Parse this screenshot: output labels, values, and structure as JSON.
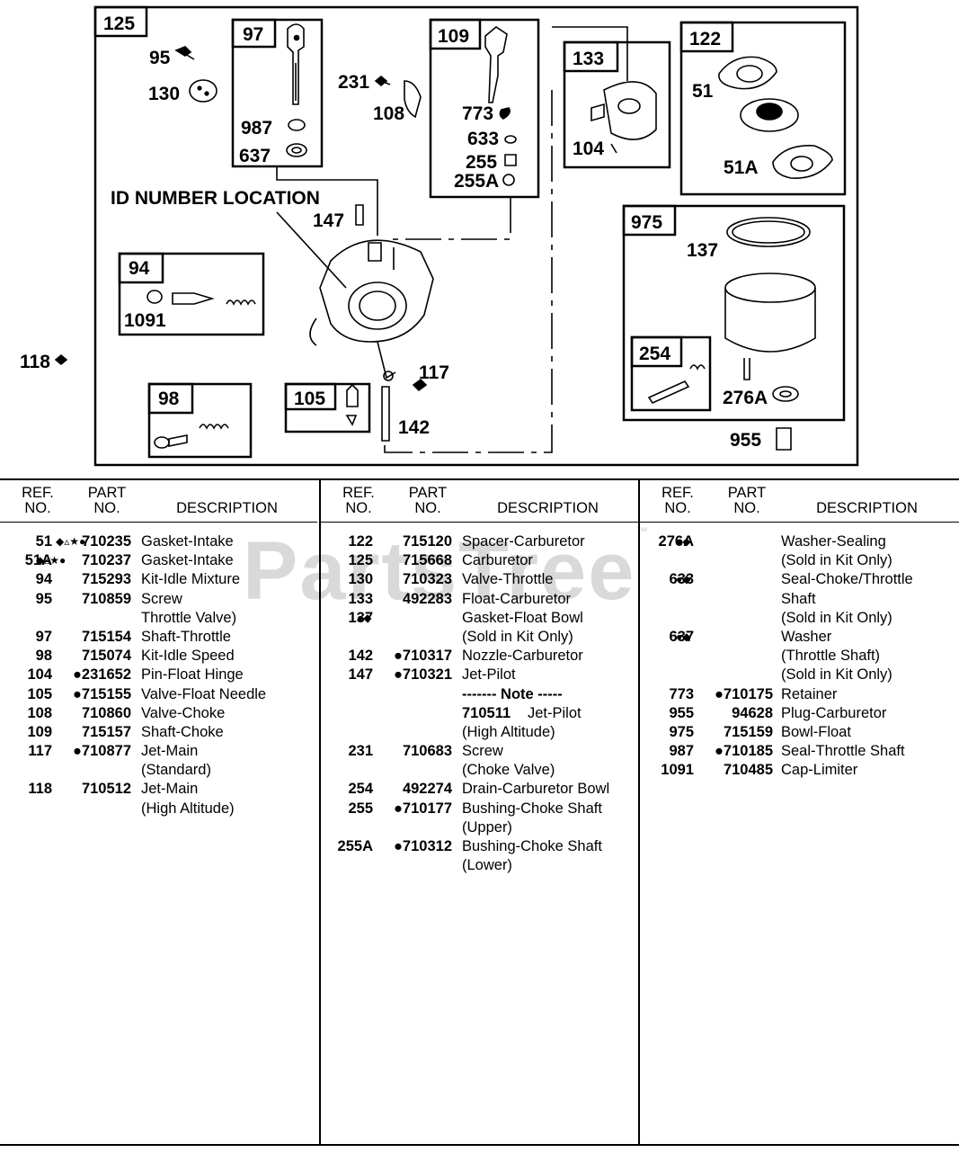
{
  "diagram": {
    "id_location_label": "ID NUMBER LOCATION",
    "box_labels": [
      "125",
      "97",
      "109",
      "133",
      "122",
      "94",
      "975",
      "254",
      "98",
      "105"
    ],
    "callouts": {
      "95": "95",
      "130": "130",
      "987": "987",
      "637": "637",
      "231": "231",
      "108": "108",
      "773": "773",
      "633": "633",
      "255": "255",
      "255A": "255A",
      "104": "104",
      "51": "51",
      "51A": "51A",
      "147": "147",
      "1091": "1091",
      "137": "137",
      "276A": "276A",
      "955": "955",
      "117": "117",
      "142": "142",
      "118": "118"
    }
  },
  "watermark": {
    "text": "PartsTree",
    "mark": "™"
  },
  "table": {
    "headers": {
      "ref_top": "REF.",
      "ref_bottom": "NO.",
      "part_top": "PART",
      "part_bottom": "NO.",
      "desc": "DESCRIPTION"
    },
    "columns": [
      [
        {
          "ref": "51",
          "sym": "◆▵★●",
          "part": "710235",
          "desc": "Gasket-Intake"
        },
        {
          "ref": "51A",
          "sym": "◆▵★●",
          "part": "710237",
          "desc": "Gasket-Intake"
        },
        {
          "ref": "94",
          "sym": "",
          "part": "715293",
          "desc": "Kit-Idle Mixture"
        },
        {
          "ref": "95",
          "sym": "",
          "part": "710859",
          "desc": "Screw"
        },
        {
          "ref": "",
          "sym": "",
          "part": "",
          "desc": "Throttle Valve)"
        },
        {
          "ref": "97",
          "sym": "",
          "part": "715154",
          "desc": "Shaft-Throttle"
        },
        {
          "ref": "98",
          "sym": "",
          "part": "715074",
          "desc": "Kit-Idle Speed"
        },
        {
          "ref": "104",
          "sym": "",
          "part": "●231652",
          "desc": "Pin-Float Hinge"
        },
        {
          "ref": "105",
          "sym": "",
          "part": "●715155",
          "desc": "Valve-Float Needle"
        },
        {
          "ref": "108",
          "sym": "",
          "part": "710860",
          "desc": "Valve-Choke"
        },
        {
          "ref": "109",
          "sym": "",
          "part": "715157",
          "desc": "Shaft-Choke"
        },
        {
          "ref": "117",
          "sym": "",
          "part": "●710877",
          "desc": "Jet-Main"
        },
        {
          "ref": "",
          "sym": "",
          "part": "",
          "desc": "(Standard)"
        },
        {
          "ref": "118",
          "sym": "",
          "part": "710512",
          "desc": "Jet-Main"
        },
        {
          "ref": "",
          "sym": "",
          "part": "",
          "desc": "(High Altitude)"
        }
      ],
      [
        {
          "ref": "122",
          "sym": "",
          "part": "715120",
          "desc": "Spacer-Carburetor"
        },
        {
          "ref": "125",
          "sym": "",
          "part": "715668",
          "desc": "Carburetor"
        },
        {
          "ref": "130",
          "sym": "",
          "part": "710323",
          "desc": "Valve-Throttle"
        },
        {
          "ref": "133",
          "sym": "",
          "part": "492283",
          "desc": "Float-Carburetor"
        },
        {
          "ref": "137",
          "sym": "●◆",
          "part": "",
          "desc": "Gasket-Float Bowl"
        },
        {
          "ref": "",
          "sym": "",
          "part": "",
          "desc": "(Sold in Kit Only)"
        },
        {
          "ref": "142",
          "sym": "",
          "part": "●710317",
          "desc": "Nozzle-Carburetor"
        },
        {
          "ref": "147",
          "sym": "",
          "part": "●710321",
          "desc": "Jet-Pilot"
        },
        {
          "ref": "",
          "sym": "",
          "part": "",
          "desc": "------- Note -----",
          "bold": true
        },
        {
          "ref": "",
          "sym": "",
          "part": "710511",
          "desc": "Jet-Pilot",
          "partInDesc": true
        },
        {
          "ref": "",
          "sym": "",
          "part": "",
          "desc": "(High Altitude)"
        },
        {
          "ref": "231",
          "sym": "",
          "part": "710683",
          "desc": "Screw"
        },
        {
          "ref": "",
          "sym": "",
          "part": "",
          "desc": "(Choke Valve)"
        },
        {
          "ref": "254",
          "sym": "",
          "part": "492274",
          "desc": "Drain-Carburetor Bowl"
        },
        {
          "ref": "255",
          "sym": "",
          "part": "●710177",
          "desc": "Bushing-Choke Shaft"
        },
        {
          "ref": "",
          "sym": "",
          "part": "",
          "desc": "(Upper)"
        },
        {
          "ref": "255A",
          "sym": "",
          "part": "●710312",
          "desc": "Bushing-Choke Shaft"
        },
        {
          "ref": "",
          "sym": "",
          "part": "",
          "desc": "(Lower)"
        }
      ],
      [
        {
          "ref": "276A",
          "sym": "●◆",
          "part": "",
          "desc": "Washer-Sealing"
        },
        {
          "ref": "",
          "sym": "",
          "part": "",
          "desc": "(Sold in Kit Only)"
        },
        {
          "ref": "633",
          "sym": "●◆",
          "part": "",
          "desc": "Seal-Choke/Throttle"
        },
        {
          "ref": "",
          "sym": "",
          "part": "",
          "desc": "Shaft"
        },
        {
          "ref": "",
          "sym": "",
          "part": "",
          "desc": "(Sold in Kit Only)"
        },
        {
          "ref": "637",
          "sym": "●◆",
          "part": "",
          "desc": "Washer"
        },
        {
          "ref": "",
          "sym": "",
          "part": "",
          "desc": "(Throttle Shaft)"
        },
        {
          "ref": "",
          "sym": "",
          "part": "",
          "desc": "(Sold in Kit Only)"
        },
        {
          "ref": "773",
          "sym": "",
          "part": "●710175",
          "desc": "Retainer"
        },
        {
          "ref": "955",
          "sym": "",
          "part": "94628",
          "desc": "Plug-Carburetor"
        },
        {
          "ref": "975",
          "sym": "",
          "part": "715159",
          "desc": "Bowl-Float"
        },
        {
          "ref": "987",
          "sym": "",
          "part": "●710185",
          "desc": "Seal-Throttle Shaft"
        },
        {
          "ref": "1091",
          "sym": "",
          "part": "710485",
          "desc": "Cap-Limiter"
        }
      ]
    ]
  }
}
